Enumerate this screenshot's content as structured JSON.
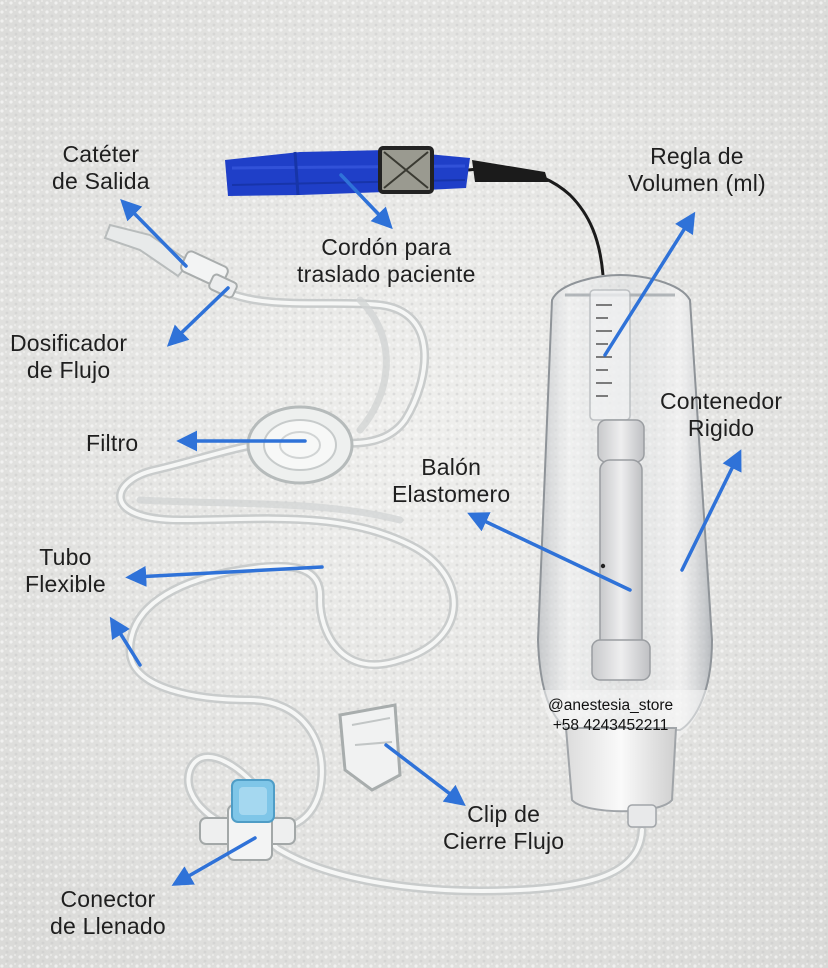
{
  "colors": {
    "background": "#e4e4e2",
    "arrow": "#2f72d8",
    "label_text": "#1f1f1f",
    "strap": "#1f3fc8",
    "connector_cap": "#7fc6e8"
  },
  "labels": {
    "cateter_salida": [
      "Catéter",
      "de Salida"
    ],
    "cordon": [
      "Cordón para",
      "traslado paciente"
    ],
    "regla": [
      "Regla de",
      "Volumen (ml)"
    ],
    "dosificador": [
      "Dosificador",
      "de Flujo"
    ],
    "filtro": [
      "Filtro"
    ],
    "contenedor": [
      "Contenedor",
      "Rigido"
    ],
    "balon": [
      "Balón",
      "Elastomero"
    ],
    "tubo": [
      "Tubo",
      "Flexible"
    ],
    "clip": [
      "Clip de",
      "Cierre Flujo"
    ],
    "conector": [
      "Conector",
      "de Llenado"
    ]
  },
  "watermark": {
    "handle": "@anestesia_store",
    "phone": "+58 4243452211"
  }
}
